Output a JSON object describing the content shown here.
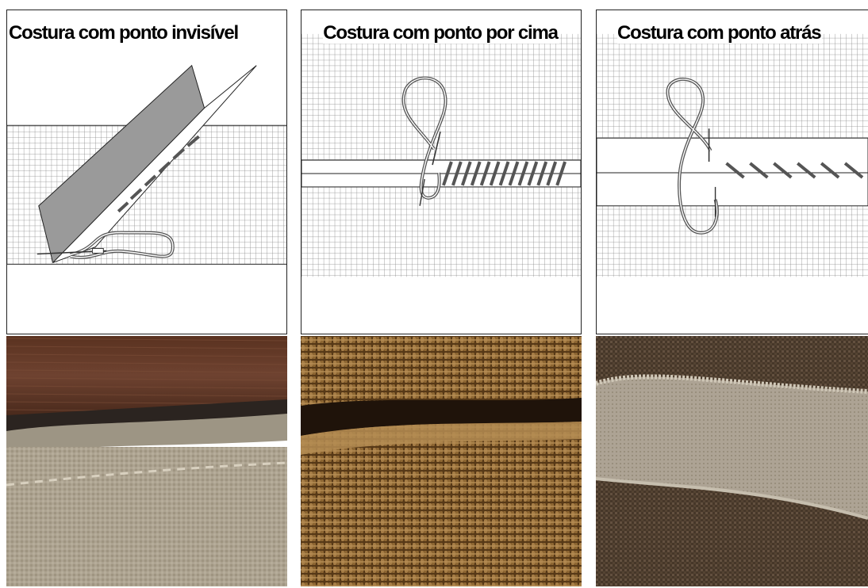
{
  "panels": [
    {
      "title": "Costura com ponto invisível",
      "photo": "burlap-wood-photo"
    },
    {
      "title": "Costura com ponto por cima",
      "photo": "burlap-overcast-photo"
    },
    {
      "title": "Costura com ponto atrás",
      "photo": "burlap-backstitch-photo"
    }
  ],
  "colors": {
    "grid": "#8a8a8a",
    "fabric_fold": "#9a9a9a",
    "thread": "#555555",
    "background": "#ffffff"
  }
}
